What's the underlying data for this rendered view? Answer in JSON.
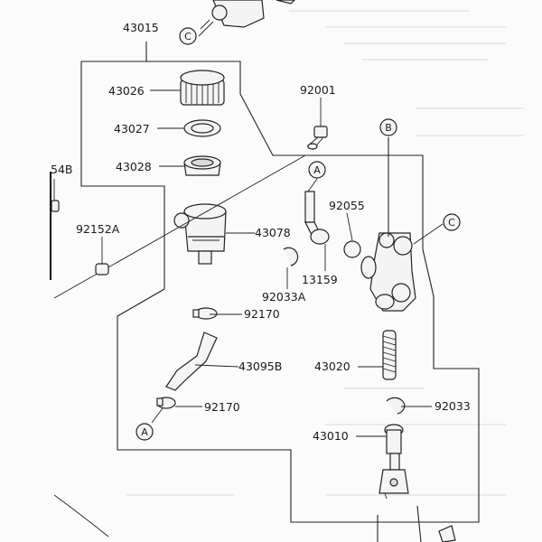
{
  "diagram": {
    "part_labels": [
      {
        "key": "p43015",
        "text": "43015"
      },
      {
        "key": "p43026",
        "text": "43026"
      },
      {
        "key": "p43027",
        "text": "43027"
      },
      {
        "key": "p43028",
        "text": "43028"
      },
      {
        "key": "p92001",
        "text": "92001"
      },
      {
        "key": "p54B",
        "text": "54B"
      },
      {
        "key": "p92152A",
        "text": "92152A"
      },
      {
        "key": "p43078",
        "text": "43078"
      },
      {
        "key": "p92055",
        "text": "92055"
      },
      {
        "key": "p13159",
        "text": "13159"
      },
      {
        "key": "p92033A",
        "text": "92033A"
      },
      {
        "key": "p92170a",
        "text": "92170"
      },
      {
        "key": "p43095B",
        "text": "43095B"
      },
      {
        "key": "p43020",
        "text": "43020"
      },
      {
        "key": "p92170b",
        "text": "92170"
      },
      {
        "key": "p92033",
        "text": "92033"
      },
      {
        "key": "p43010",
        "text": "43010"
      }
    ],
    "reference_markers": [
      {
        "key": "ref_c_top",
        "text": "C"
      },
      {
        "key": "ref_a_upper",
        "text": "A"
      },
      {
        "key": "ref_b",
        "text": "B"
      },
      {
        "key": "ref_c_right",
        "text": "C"
      },
      {
        "key": "ref_a_lower",
        "text": "A"
      }
    ]
  }
}
